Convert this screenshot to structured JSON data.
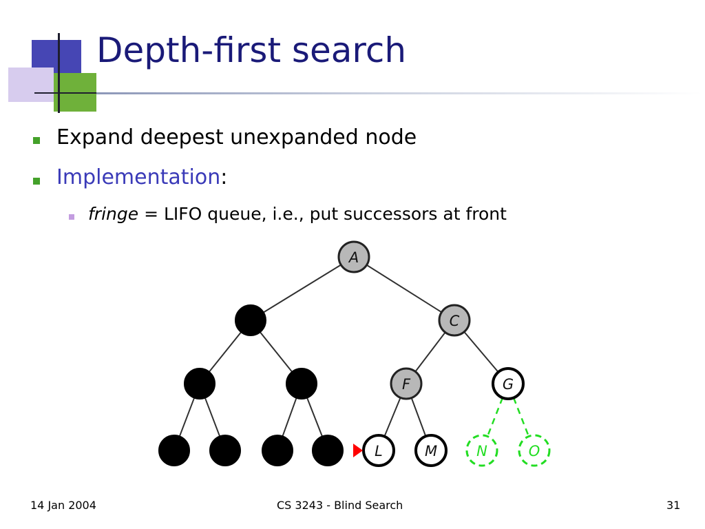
{
  "title": "Depth-first search",
  "bullets": {
    "b1": "Expand deepest unexpanded node",
    "b2_term": "Implementation",
    "b2_suffix": ":",
    "b3_term": "fringe",
    "b3_text": " = LIFO queue, i.e., put successors at front"
  },
  "tree": {
    "nodes": {
      "A": {
        "label": "A",
        "state": "expanded"
      },
      "B": {
        "label": "",
        "state": "discarded"
      },
      "C": {
        "label": "C",
        "state": "expanded"
      },
      "D": {
        "label": "",
        "state": "discarded"
      },
      "E": {
        "label": "",
        "state": "discarded"
      },
      "F": {
        "label": "F",
        "state": "expanded"
      },
      "G": {
        "label": "G",
        "state": "frontier"
      },
      "H": {
        "label": "",
        "state": "discarded"
      },
      "I": {
        "label": "",
        "state": "discarded"
      },
      "J": {
        "label": "",
        "state": "discarded"
      },
      "K": {
        "label": "",
        "state": "discarded"
      },
      "L": {
        "label": "L",
        "state": "frontier"
      },
      "M": {
        "label": "M",
        "state": "frontier"
      },
      "N": {
        "label": "N",
        "state": "unexplored"
      },
      "O": {
        "label": "O",
        "state": "unexplored"
      }
    },
    "edges": [
      [
        "A",
        "B"
      ],
      [
        "A",
        "C"
      ],
      [
        "B",
        "D"
      ],
      [
        "B",
        "E"
      ],
      [
        "C",
        "F"
      ],
      [
        "C",
        "G"
      ],
      [
        "D",
        "H"
      ],
      [
        "D",
        "I"
      ],
      [
        "E",
        "J"
      ],
      [
        "E",
        "K"
      ],
      [
        "F",
        "L"
      ],
      [
        "F",
        "M"
      ],
      [
        "G",
        "N"
      ],
      [
        "G",
        "O"
      ]
    ],
    "current": "L",
    "colors": {
      "expanded": "#b8b8b8",
      "discarded": "#000000",
      "frontier": "#ffffff",
      "unexplored": "#22dd22",
      "marker": "#ff0000"
    }
  },
  "footer": {
    "date": "14 Jan 2004",
    "course": "CS 3243 - Blind Search",
    "page": "31"
  }
}
